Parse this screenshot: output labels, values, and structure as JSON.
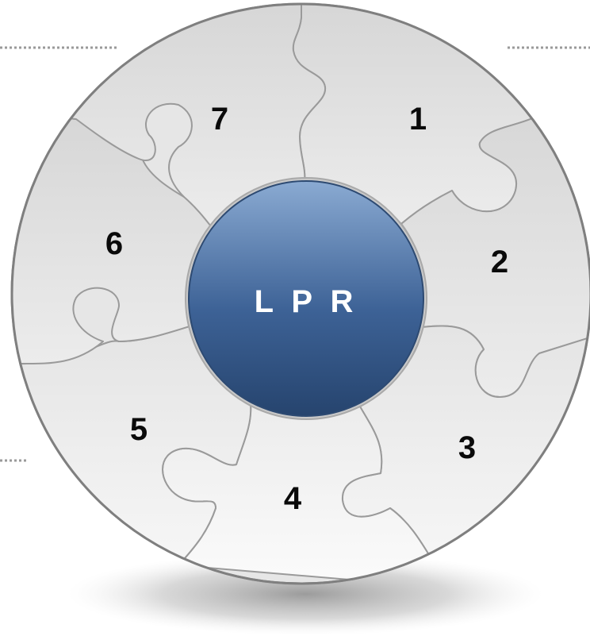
{
  "diagram": {
    "hub_label": "L P R",
    "pieces": [
      {
        "label": "1"
      },
      {
        "label": "2"
      },
      {
        "label": "3"
      },
      {
        "label": "4"
      },
      {
        "label": "5"
      },
      {
        "label": "6"
      },
      {
        "label": "7"
      }
    ]
  },
  "colors": {
    "hub_top": "#8aaad2",
    "hub_bottom": "#26446e",
    "piece_light": "#f6f6f6",
    "piece_dark": "#d9d9d9",
    "outline": "#9a9a9a",
    "dotted_line": "#9a9a9a"
  }
}
